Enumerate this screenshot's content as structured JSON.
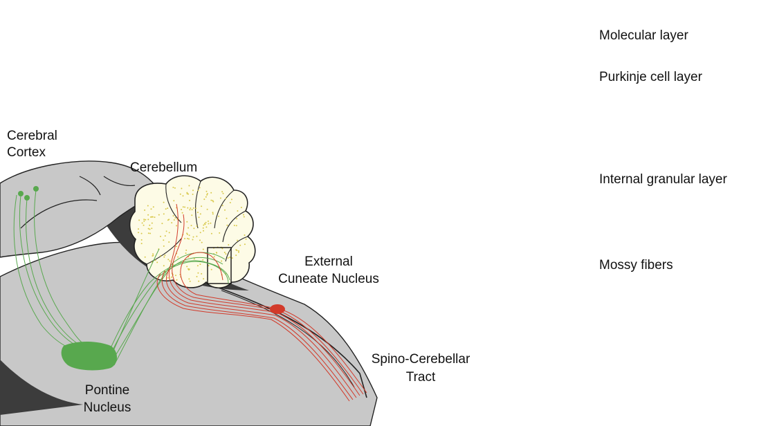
{
  "left_panel": {
    "labels": {
      "cerebral_cortex": [
        "Cerebral",
        "Cortex"
      ],
      "cerebellum": "Cerebellum",
      "external_cuneate": [
        "External",
        "Cuneate Nucleus"
      ],
      "spino_cerebellar": [
        "Spino-Cerebellar",
        "Tract"
      ],
      "pontine": [
        "Pontine",
        "Nucleus"
      ]
    }
  },
  "right_panel": {
    "layer_labels": {
      "molecular": "Molecular layer",
      "purkinje": "Purkinje cell layer",
      "granular": "Internal granular layer",
      "mossy": "Mossy fibers"
    }
  },
  "colors": {
    "brainstem_gray": "#c8c8c8",
    "cavity_dark": "#3c3c3c",
    "cerebellum_fill": "#fdfbe6",
    "cerebellum_dots": "#d8c84a",
    "pontine_green": "#58a84e",
    "spinal_red": "#d23a2a",
    "parallel_yellow": "#f3dc3c",
    "purkinje_gray": "#a8a8a8"
  }
}
